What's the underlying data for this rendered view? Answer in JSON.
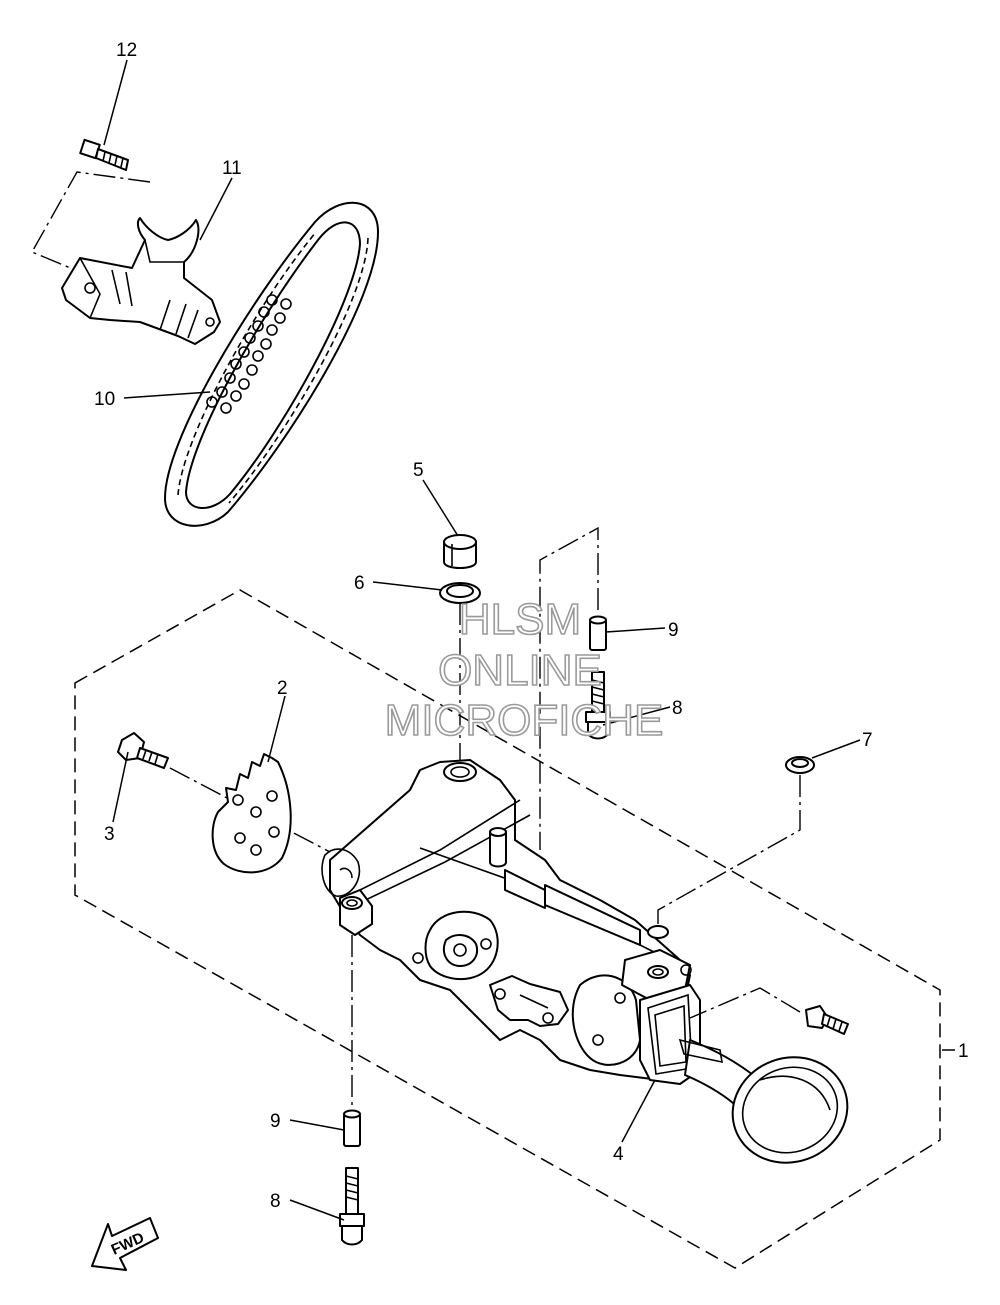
{
  "callouts": [
    "1",
    "2",
    "3",
    "4",
    "5",
    "6",
    "7",
    "8",
    "9",
    "10",
    "11",
    "12"
  ],
  "callout_8b": "8",
  "callout_9b": "9",
  "watermark": {
    "line1": "HLSM",
    "line2": "ONLINE",
    "line3": "MICROFICHE"
  },
  "direction_label": "FWD"
}
